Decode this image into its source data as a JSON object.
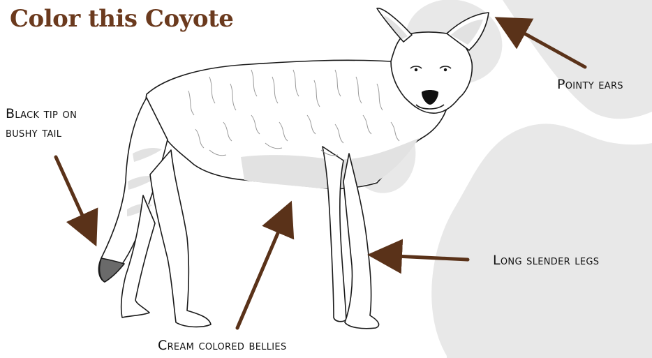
{
  "title": "Color this Coyote",
  "labels": {
    "tail": [
      "Black tip on",
      "bushy tail"
    ],
    "ears": "Pointy ears",
    "legs": "Long slender legs",
    "belly": "Cream colored bellies"
  },
  "icons": {
    "background": "paw-print-icon",
    "subject": "coyote-outline-drawing"
  },
  "colors": {
    "title": "#6b3a1e",
    "arrow": "#5a3219",
    "paw": "#e8e8e8",
    "outline": "#1a1a1a",
    "belly_shade": "#e2e2e2",
    "tail_tip": "#6a6a6a",
    "nose": "#111111"
  }
}
